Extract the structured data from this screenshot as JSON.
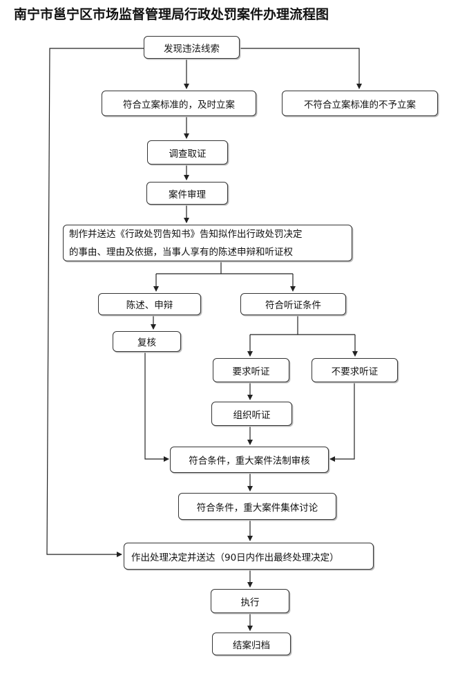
{
  "title": "南宁市邕宁区市场监督管理局行政处罚案件办理流程图",
  "nodes": {
    "discover": "发现违法线索",
    "meets_filing": "符合立案标准的，及时立案",
    "not_meets_filing": "不符合立案标准的不予立案",
    "investigate": "调查取证",
    "review_case": "案件审理",
    "notice_line1": "制作并送达《行政处罚告知书》告知拟作出行政处罚决定",
    "notice_line2": "的事由、理由及依据，当事人享有的陈述申辩和听证权",
    "statement": "陈述、申辩",
    "hearing_conditions": "符合听证条件",
    "recheck": "复核",
    "request_hearing": "要求听证",
    "no_request_hearing": "不要求听证",
    "organize_hearing": "组织听证",
    "legal_review": "符合条件，重大案件法制审核",
    "collective_discussion": "符合条件，重大案件集体讨论",
    "decision": "作出处理决定并送达（90日内作出最终处理决定）",
    "execute": "执行",
    "archive": "结案归档"
  },
  "colors": {
    "line": "#222222",
    "border": "#333333",
    "shadow": "#bdbdbd"
  }
}
